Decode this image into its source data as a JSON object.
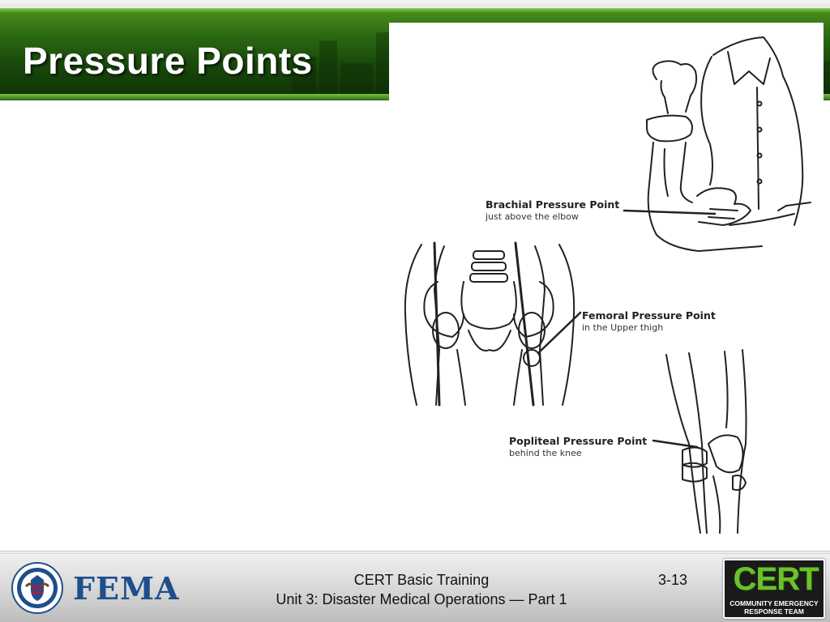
{
  "slide": {
    "title": "Pressure Points"
  },
  "figure": {
    "callouts": [
      {
        "title": "Brachial Pressure Point",
        "subtitle": "just above the elbow"
      },
      {
        "title": "Femoral Pressure Point",
        "subtitle": "in the Upper thigh"
      },
      {
        "title": "Popliteal Pressure Point",
        "subtitle": "behind the knee"
      }
    ]
  },
  "footer": {
    "course_line": "CERT Basic Training",
    "unit_line": "Unit 3: Disaster Medical Operations — Part 1",
    "page_number": "3-13",
    "fema_logo_text": "FEMA",
    "cert_logo": {
      "word": "CERT",
      "line1": "COMMUNITY EMERGENCY",
      "line2": "RESPONSE TEAM"
    }
  },
  "colors": {
    "header_green_dark": "#1a4a0c",
    "header_green_light": "#7cc23e",
    "fema_blue": "#1f4e8c",
    "cert_green": "#6cc12a"
  }
}
